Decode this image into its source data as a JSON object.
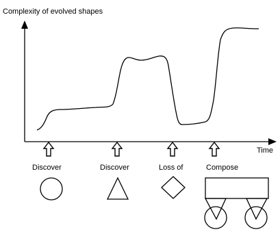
{
  "y_axis_label": "Complexity of evolved shapes",
  "x_axis_label": "Time",
  "events": [
    {
      "label": "Discover",
      "shape": "circle-icon"
    },
    {
      "label": "Discover",
      "shape": "triangle-icon"
    },
    {
      "label": "Loss of",
      "shape": "diamond-icon"
    },
    {
      "label": "Compose",
      "shape": "composite-shape-icon"
    }
  ]
}
